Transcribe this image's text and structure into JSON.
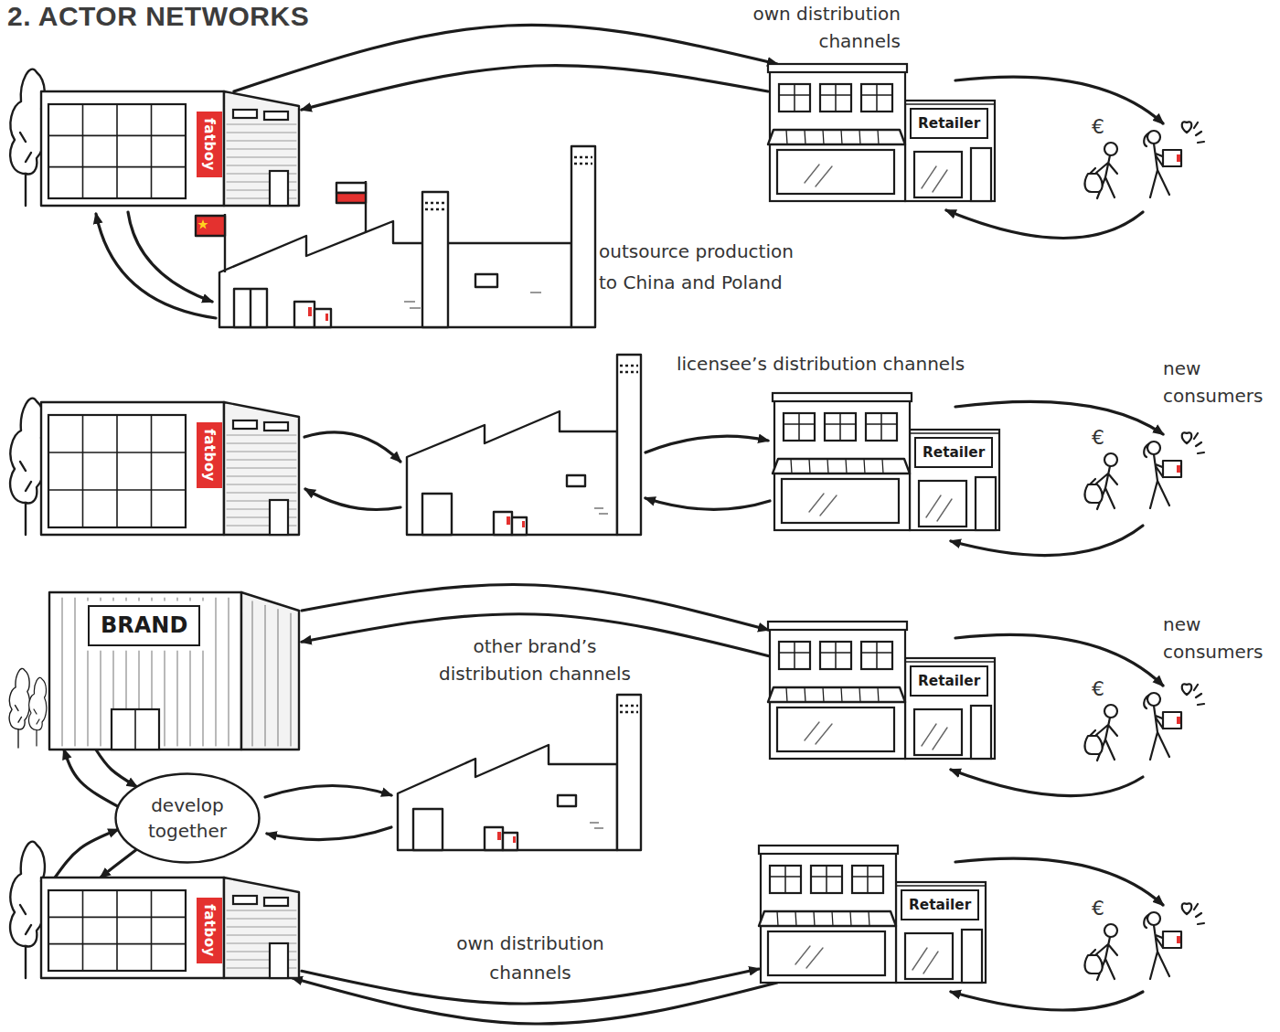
{
  "diagram": {
    "title": "2. ACTOR NETWORKS",
    "nodes": [
      {
        "text": [
          "fatboy"
        ]
      },
      {
        "text": [
          "Retailer"
        ]
      },
      {
        "text": [
          "fatboy"
        ]
      },
      {
        "text": [
          "Retailer"
        ]
      },
      {
        "text": [
          "BRAND"
        ]
      },
      {
        "text": [
          "Retailer"
        ]
      },
      {
        "text": [
          "develop together"
        ]
      },
      {
        "text": [
          "fatboy"
        ]
      },
      {
        "text": [
          "Retailer"
        ]
      }
    ],
    "edges": [
      {
        "from": 0,
        "to": 1,
        "arrow": "to"
      },
      {
        "from": 1,
        "to": 0,
        "arrow": "to"
      },
      {
        "from": 4,
        "to": 5,
        "arrow": "to"
      },
      {
        "from": 5,
        "to": 4,
        "arrow": "to"
      },
      {
        "from": 4,
        "to": 6,
        "arrow": "to"
      },
      {
        "from": 6,
        "to": 4,
        "arrow": "to"
      },
      {
        "from": 7,
        "to": 6,
        "arrow": "to"
      },
      {
        "from": 6,
        "to": 7,
        "arrow": "to"
      },
      {
        "from": 7,
        "to": 8,
        "arrow": "to"
      },
      {
        "from": 8,
        "to": 7,
        "arrow": "to"
      }
    ],
    "labels": [
      "own distribution channels",
      "€",
      "outsource production to China and Poland",
      "licensee’s distribution channels",
      "new consumers",
      "€",
      "new consumers",
      "other brand’s distribution channels",
      "€",
      "€",
      "own distribution channels"
    ]
  }
}
